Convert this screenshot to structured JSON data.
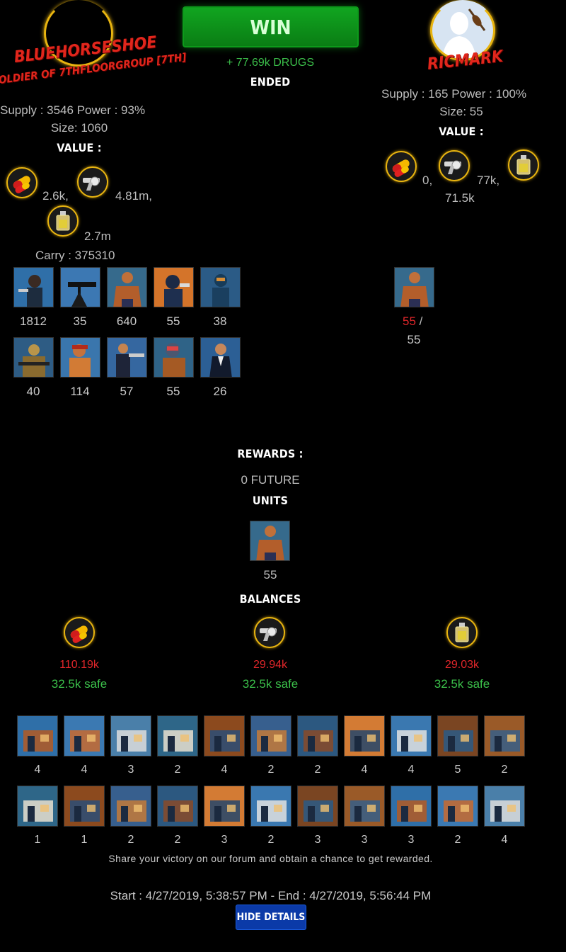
{
  "header": {
    "win_label": "WIN",
    "gain": "+ 77.69k DRUGS",
    "status": "ENDED"
  },
  "attacker": {
    "name": "BLUEHORSESHOE",
    "subtitle": "OLDIER OF 7THFLOORGROUP [7TH]",
    "supply_power": "Supply : 3546 Power : 93%",
    "size": "Size: 1060",
    "value_label": "VALUE :",
    "values": [
      "2.6k,",
      "4.81m,",
      "2.7m"
    ],
    "carry": "Carry : 375310",
    "units_row1": [
      "1812",
      "35",
      "640",
      "55",
      "38"
    ],
    "units_row2": [
      "40",
      "114",
      "57",
      "55",
      "26"
    ]
  },
  "defender": {
    "name": "RICMARK",
    "supply_power": "Supply : 165 Power : 100%",
    "size": "Size: 55",
    "value_label": "VALUE :",
    "values": [
      "0,",
      "77k,",
      "71.5k"
    ],
    "unit_lost": "55",
    "unit_sep": "/",
    "unit_total": "55"
  },
  "rewards": {
    "label": "REWARDS :",
    "future": "0 FUTURE",
    "units_label": "UNITS",
    "unit_count": "55",
    "balances_label": "BALANCES",
    "balances": [
      {
        "value": "110.19k",
        "safe": "32.5k safe"
      },
      {
        "value": "29.94k",
        "safe": "32.5k safe"
      },
      {
        "value": "29.03k",
        "safe": "32.5k safe"
      }
    ]
  },
  "buildings": {
    "row1": [
      "4",
      "4",
      "3",
      "2",
      "4",
      "2",
      "2",
      "4",
      "4",
      "5",
      "2"
    ],
    "row2": [
      "1",
      "1",
      "2",
      "2",
      "3",
      "2",
      "3",
      "3",
      "3",
      "2",
      "4"
    ]
  },
  "footer": {
    "share": "Share your victory on our forum and obtain a chance to get rewarded.",
    "times": "Start : 4/27/2019, 5:38:57 PM - End : 4/27/2019, 5:56:44 PM",
    "hide_label": "HIDE DETAILS"
  },
  "colors": {
    "win_green": "#0a7d14",
    "gain_green": "#3bbf4a",
    "loss_red": "#e0262a",
    "name_red": "#e1261c",
    "ring_gold": "#e8b410",
    "button_blue": "#0b3aa8"
  },
  "icons": [
    "drugs-pill-icon",
    "revolver-icon",
    "perfume-bottle-icon"
  ]
}
